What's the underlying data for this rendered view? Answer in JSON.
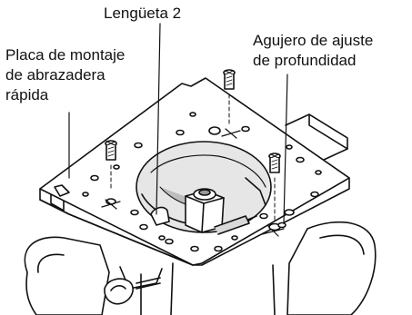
{
  "labels": {
    "tab_2": "Lengüeta 2",
    "plate_lines": [
      "Placa de montaje",
      "de abrazadera",
      "rápida"
    ],
    "depth_hole_lines": [
      "Agujero de ajuste",
      "de profundidad"
    ]
  },
  "colors": {
    "line": "#111111",
    "plate_fill": "#ffffff",
    "shade": "#d9d9d9",
    "dark_shade": "#9a9a9a"
  }
}
